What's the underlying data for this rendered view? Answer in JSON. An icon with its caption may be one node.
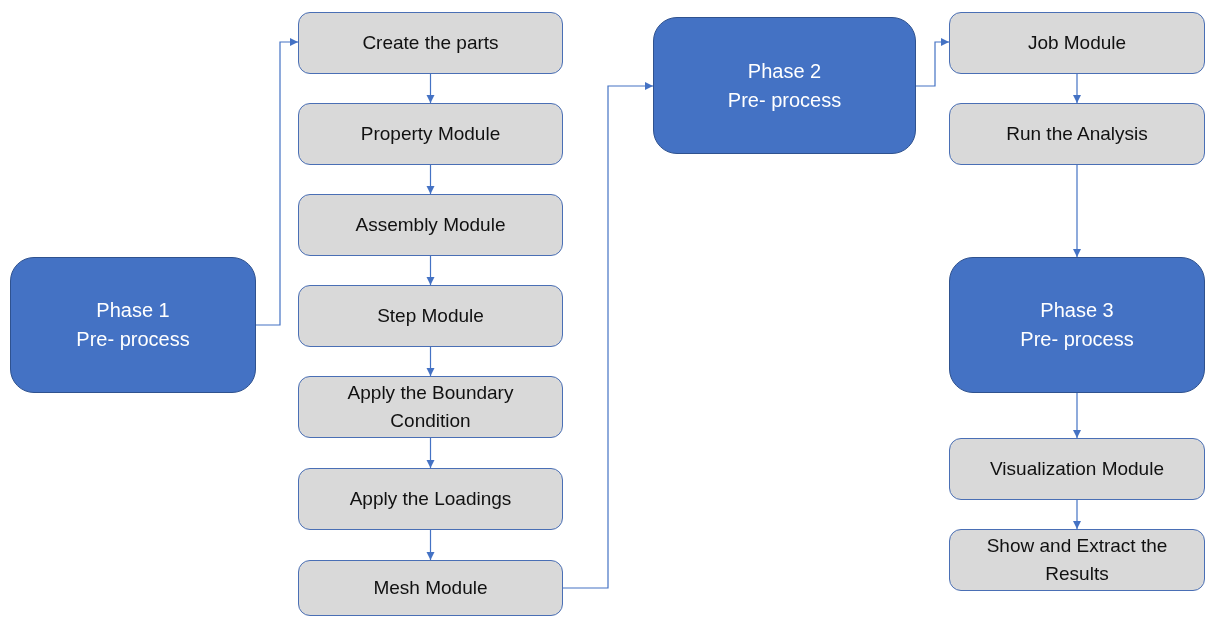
{
  "diagram": {
    "nodes": [
      {
        "text": [
          "Phase 1",
          "Pre- process"
        ]
      },
      {
        "text": [
          "Create the parts"
        ]
      },
      {
        "text": [
          "Property Module"
        ]
      },
      {
        "text": [
          "Assembly Module"
        ]
      },
      {
        "text": [
          "Step Module"
        ]
      },
      {
        "text": [
          "Apply the Boundary Condition"
        ]
      },
      {
        "text": [
          "Apply the Loadings"
        ]
      },
      {
        "text": [
          "Mesh Module"
        ]
      },
      {
        "text": [
          "Phase 2",
          "Pre- process"
        ]
      },
      {
        "text": [
          "Job Module"
        ]
      },
      {
        "text": [
          "Run the Analysis"
        ]
      },
      {
        "text": [
          "Phase 3",
          "Pre- process"
        ]
      },
      {
        "text": [
          "Visualization Module"
        ]
      },
      {
        "text": [
          "Show and Extract the Results"
        ]
      }
    ],
    "edges": [
      {
        "from": 0,
        "to": 1,
        "arrow": "to"
      },
      {
        "from": 1,
        "to": 2,
        "arrow": "to"
      },
      {
        "from": 2,
        "to": 3,
        "arrow": "to"
      },
      {
        "from": 3,
        "to": 4,
        "arrow": "to"
      },
      {
        "from": 4,
        "to": 5,
        "arrow": "to"
      },
      {
        "from": 5,
        "to": 6,
        "arrow": "to"
      },
      {
        "from": 6,
        "to": 7,
        "arrow": "to"
      },
      {
        "from": 7,
        "to": 8,
        "arrow": "to"
      },
      {
        "from": 8,
        "to": 9,
        "arrow": "to"
      },
      {
        "from": 9,
        "to": 10,
        "arrow": "to"
      },
      {
        "from": 10,
        "to": 11,
        "arrow": "to"
      },
      {
        "from": 11,
        "to": 12,
        "arrow": "to"
      },
      {
        "from": 12,
        "to": 13,
        "arrow": "to"
      }
    ]
  }
}
